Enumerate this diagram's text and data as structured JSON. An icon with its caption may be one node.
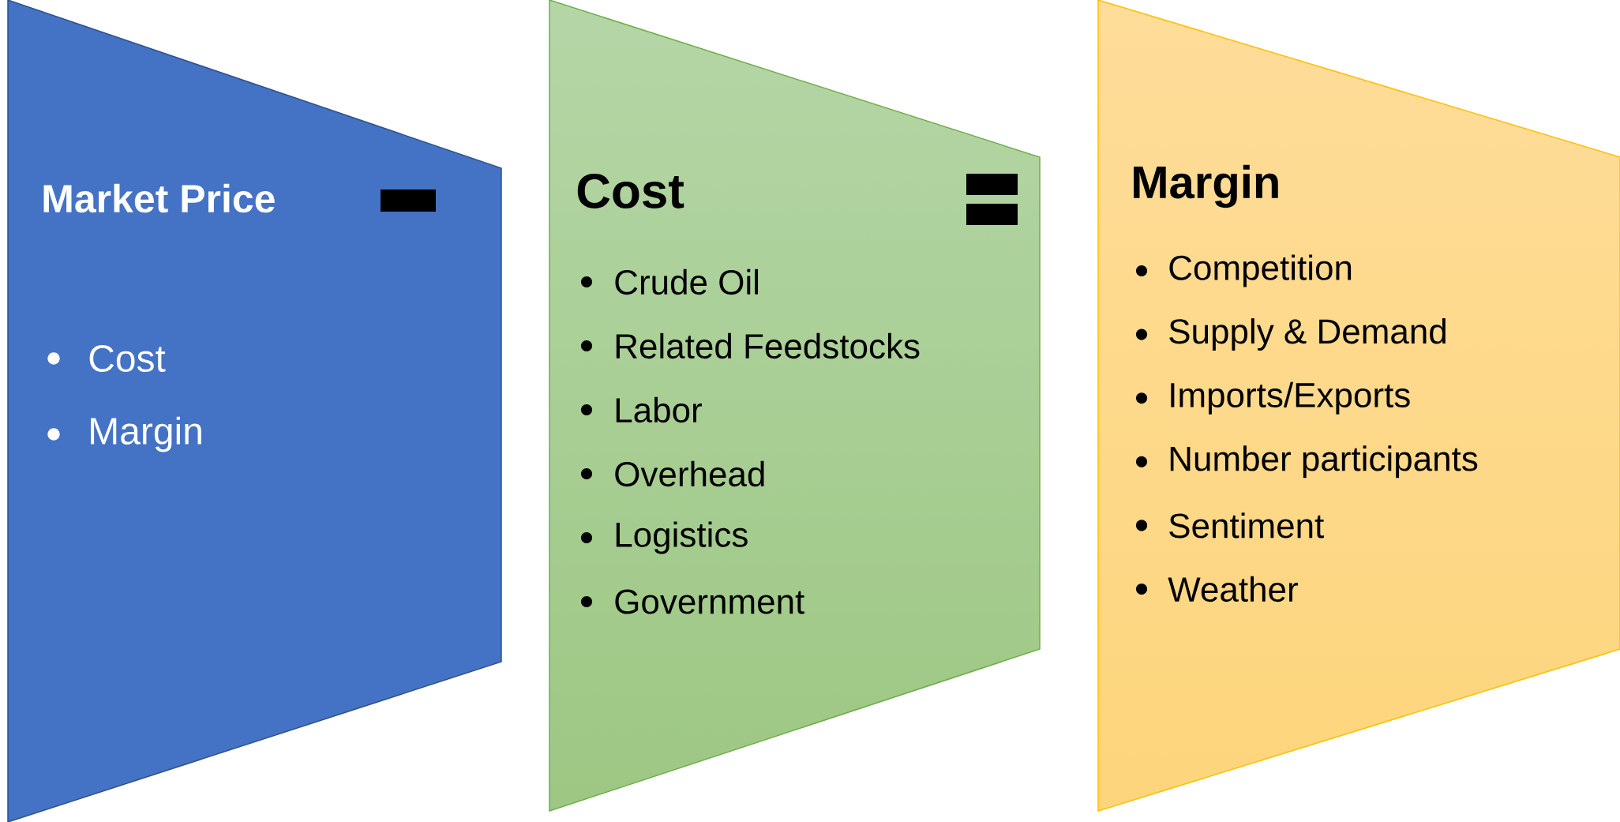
{
  "diagram": {
    "nodes": [
      {
        "text": [
          "Market Price",
          "Cost",
          "Margin"
        ]
      },
      {
        "text": [
          "Cost",
          "Crude Oil",
          "Related Feedstocks",
          "Labor",
          "Overhead",
          "Logistics",
          "Government"
        ]
      },
      {
        "text": [
          "Margin",
          "Competition",
          "Supply & Demand",
          "Imports/Exports",
          "Number participants",
          "Sentiment",
          "Weather"
        ]
      }
    ]
  }
}
